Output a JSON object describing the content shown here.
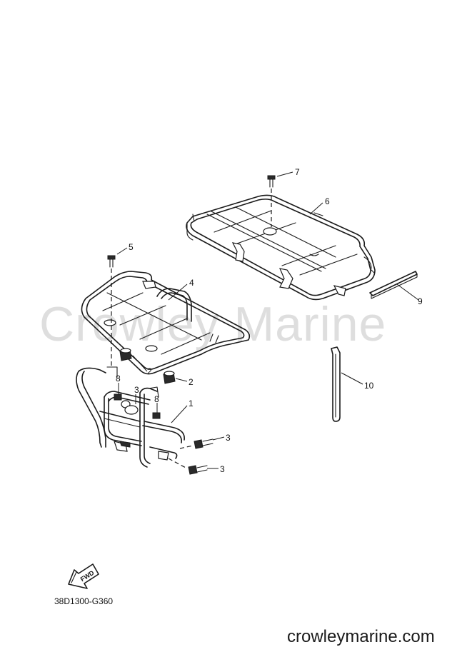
{
  "diagram": {
    "reference_code": "38D1300-G360",
    "watermark": "Crowley Marine",
    "website": "crowleymarine.com",
    "fwd_label": "FWD",
    "callouts": {
      "part_1": "1",
      "part_2a": "2",
      "part_2b": "2",
      "part_3a": "3",
      "part_3b": "3",
      "part_3c": "3",
      "part_4": "4",
      "part_5": "5",
      "part_6": "6",
      "part_7": "7",
      "part_8a": "8",
      "part_8b": "8",
      "part_9": "9",
      "part_10": "10"
    }
  }
}
